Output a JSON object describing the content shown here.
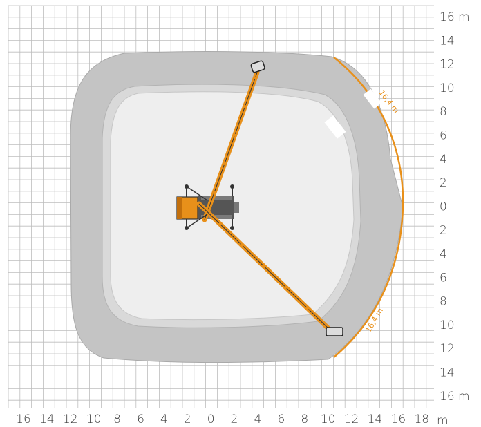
{
  "chart_data": {
    "type": "working-range-diagram",
    "grid": true,
    "x_ticks": [
      "16",
      "14",
      "12",
      "10",
      "8",
      "6",
      "4",
      "2",
      "0",
      "2",
      "4",
      "6",
      "8",
      "10",
      "12",
      "14",
      "16",
      "18"
    ],
    "x_unit": "m",
    "y_ticks": [
      "16 m",
      "14",
      "12",
      "10",
      "8",
      "6",
      "4",
      "2",
      "0",
      "2",
      "4",
      "6",
      "8",
      "10",
      "12",
      "14",
      "16 m"
    ],
    "outreach_arc_top_label": "16,4 m",
    "outreach_arc_bottom_label": "16,4 m",
    "boom_top_tip_label": "",
    "boom_bottom_tip_label": ""
  },
  "colors": {
    "grid": "#bdbdbd",
    "zone_outer": "#c4c4c4",
    "zone_middle": "#d9d9d9",
    "zone_inner": "#eeeeee",
    "boom": "#e8901a",
    "chassis": "#555555",
    "arc": "#e8901a"
  }
}
